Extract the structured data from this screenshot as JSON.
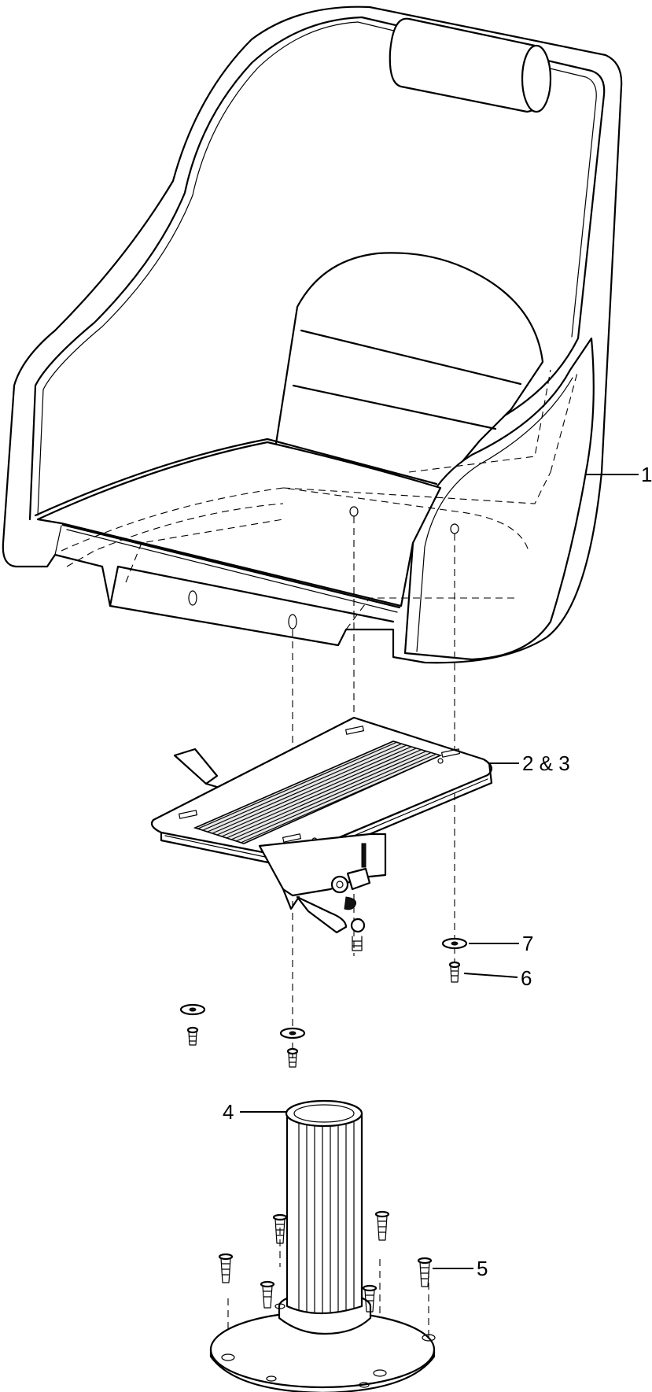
{
  "callouts": {
    "c1": "1",
    "c2": "2 & 3",
    "c4": "4",
    "c5": "5",
    "c6": "6",
    "c7": "7"
  }
}
